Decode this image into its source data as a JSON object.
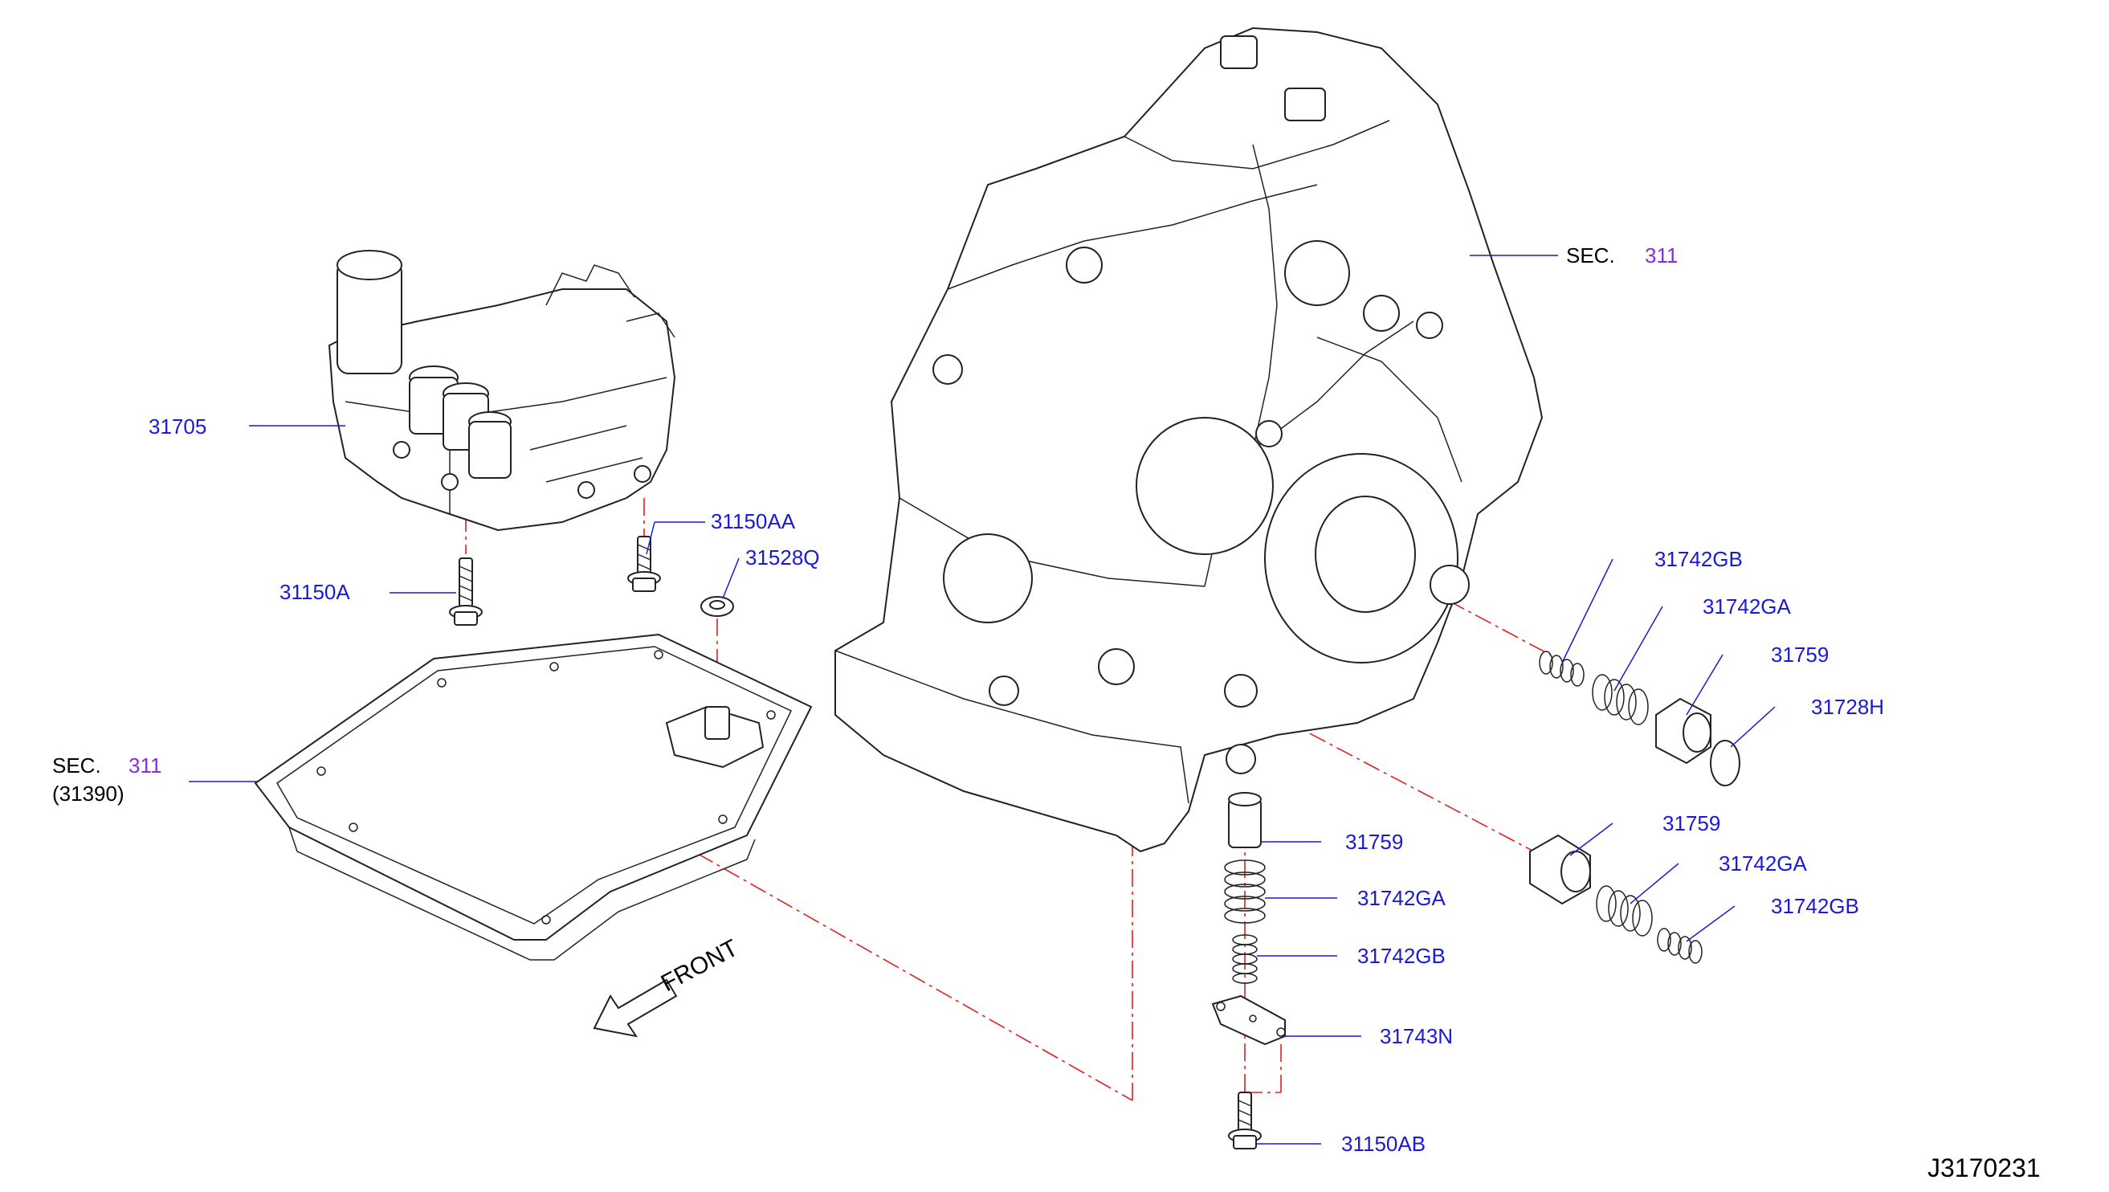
{
  "labels": {
    "p31705": "31705",
    "p31150AA": "31150AA",
    "p31528Q": "31528Q",
    "p31150A": "31150A",
    "sec_top_prefix": "SEC.",
    "sec_top_num": "311",
    "sec_left_prefix": "SEC.",
    "sec_left_num": "311",
    "sec_left_sub": "(31390)",
    "p31742GB_a": "31742GB",
    "p31742GA_a": "31742GA",
    "p31759_a": "31759",
    "p31728H": "31728H",
    "p31759_b": "31759",
    "p31742GA_b": "31742GA",
    "p31742GB_b": "31742GB",
    "p31759_c": "31759",
    "p31742GA_c": "31742GA",
    "p31742GB_c": "31742GB",
    "p31743N": "31743N",
    "p31150AB": "31150AB",
    "front": "FRONT",
    "doc_id": "J3170231"
  },
  "colors": {
    "part_label": "#1a1ad6",
    "section_link": "#8a2be2",
    "centerline": "#e02020",
    "linework": "#222222"
  }
}
